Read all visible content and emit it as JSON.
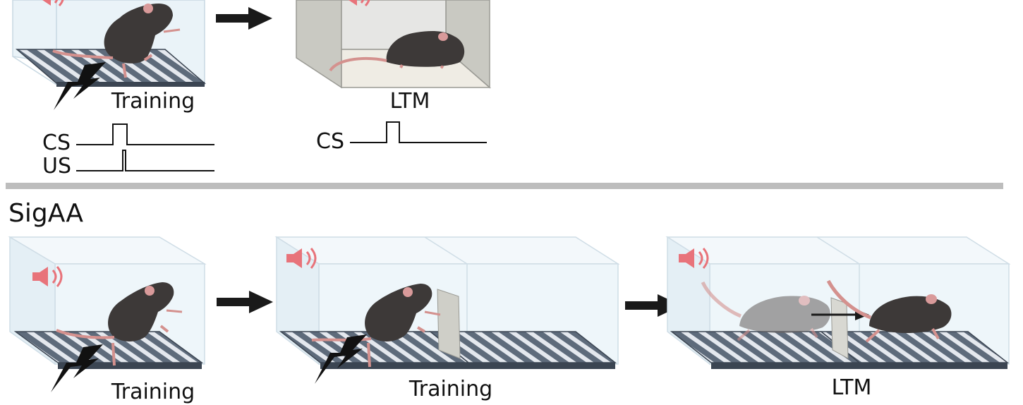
{
  "top": {
    "stages": [
      {
        "label": "Training"
      },
      {
        "label": "LTM"
      }
    ],
    "traces": {
      "cs_label": "CS",
      "us_label": "US",
      "ltm_cs_label": "CS"
    }
  },
  "sigaa": {
    "title": "SigAA",
    "stages": [
      {
        "label": "Training"
      },
      {
        "label": "Training"
      },
      {
        "label": "LTM"
      }
    ]
  },
  "icons": {
    "speaker": "speaker-icon",
    "shock": "lightning-bolt-icon",
    "arrow": "right-arrow-icon",
    "mouse": "mouse-icon",
    "grid_floor": "shock-grid-floor"
  },
  "colors": {
    "speaker": "#e8737a",
    "mouse": "#3d3938",
    "mouse_pale": "#8f8a87",
    "ear": "#d99a9a",
    "tail": "#d4918e",
    "floor": "#5c6a7a",
    "arrow": "#1a1a1a",
    "divider": "#bdbdbd"
  }
}
